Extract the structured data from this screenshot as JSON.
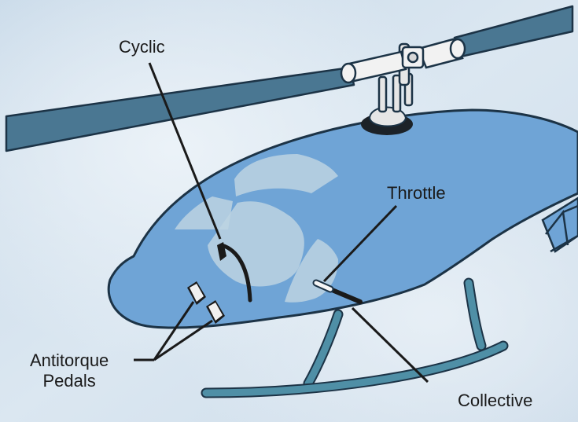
{
  "diagram": {
    "labels": {
      "cyclic": "Cyclic",
      "throttle": "Throttle",
      "antitorque_line1": "Antitorque",
      "antitorque_line2": "Pedals",
      "collective": "Collective"
    },
    "colors": {
      "sky": "#d4e2ee",
      "fuselage": "#6fa4d6",
      "fuselage_outline": "#1c3346",
      "rotor_blade": "#4a7792",
      "windshield": "#bdd3e2",
      "skid": "#4f8fa6",
      "leader_line": "#1a1a1a",
      "hub": "#f2f2f2"
    }
  }
}
